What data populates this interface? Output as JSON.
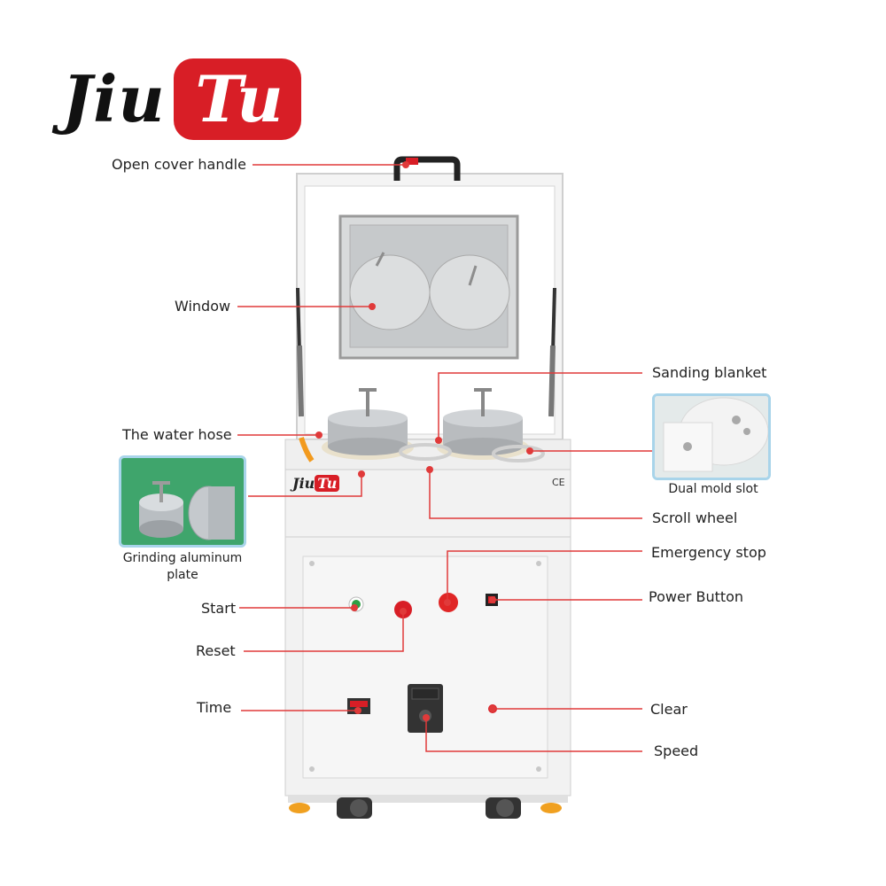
{
  "logo": {
    "left": "Jiu",
    "right": "Tu"
  },
  "machine_badge": {
    "left": "Jiu",
    "right": "Tu",
    "mark": "CE"
  },
  "labels": {
    "open_cover_handle": "Open cover handle",
    "window": "Window",
    "water_hose": "The water hose",
    "sanding_blanket": "Sanding blanket",
    "scroll_wheel": "Scroll wheel",
    "emergency_stop": "Emergency stop",
    "power_button": "Power Button",
    "start": "Start",
    "reset": "Reset",
    "time": "Time",
    "clear": "Clear",
    "speed": "Speed"
  },
  "captions": {
    "dual_mold_slot": "Dual mold slot",
    "grinding_plate_line1": "Grinding aluminum",
    "grinding_plate_line2": "plate"
  },
  "colors": {
    "accent": "#d81e26",
    "leader": "#e03a3a",
    "inset_border": "#a8d4ea",
    "machine_body": "#f2f2f2"
  }
}
